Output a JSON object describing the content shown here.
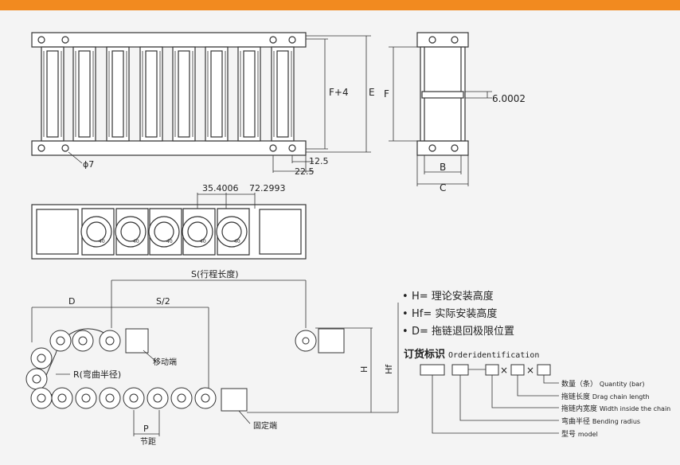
{
  "colors": {
    "accent": "#f28a1f",
    "line": "#333333",
    "fill": "#ffffff",
    "bg": "#f4f4f4"
  },
  "top_view": {
    "dim_f4": "F+4",
    "dim_e": "E",
    "dim_12_5": "12.5",
    "dim_22_5": "22.5",
    "hole_dia": "ϕ7"
  },
  "side_view": {
    "dim_f": "F",
    "dim_6": "6.0002",
    "dim_b": "B",
    "dim_c": "C"
  },
  "link_view": {
    "dim_pitch1": "35.4006",
    "dim_pitch2": "72.2993",
    "link_number": "40"
  },
  "layout_view": {
    "s_label": "S(行程长度)",
    "d_label": "D",
    "s2_label": "S/2",
    "r_label": "R(弯曲半径)",
    "moving_end": "移动端",
    "fixed_end": "固定端",
    "p_label": "P",
    "pitch_label": "节距",
    "h_label": "H",
    "hf_label": "Hf"
  },
  "legend": [
    {
      "bullet": "•",
      "text": "H= 理论安装高度"
    },
    {
      "bullet": "•",
      "text": "Hf= 实际安装高度"
    },
    {
      "bullet": "•",
      "text": "D= 拖链退回极限位置"
    }
  ],
  "order": {
    "title_zh": "订货标识",
    "title_en": "Orderidentification",
    "sep": "×",
    "labels": [
      {
        "zh": "数量（条）",
        "en": "Quantity (bar)"
      },
      {
        "zh": "拖链长度",
        "en": "Drag chain length"
      },
      {
        "zh": "拖链内宽度",
        "en": "Width inside the chain"
      },
      {
        "zh": "弯曲半径",
        "en": "Bending radius"
      },
      {
        "zh": "型号",
        "en": "model"
      }
    ]
  }
}
